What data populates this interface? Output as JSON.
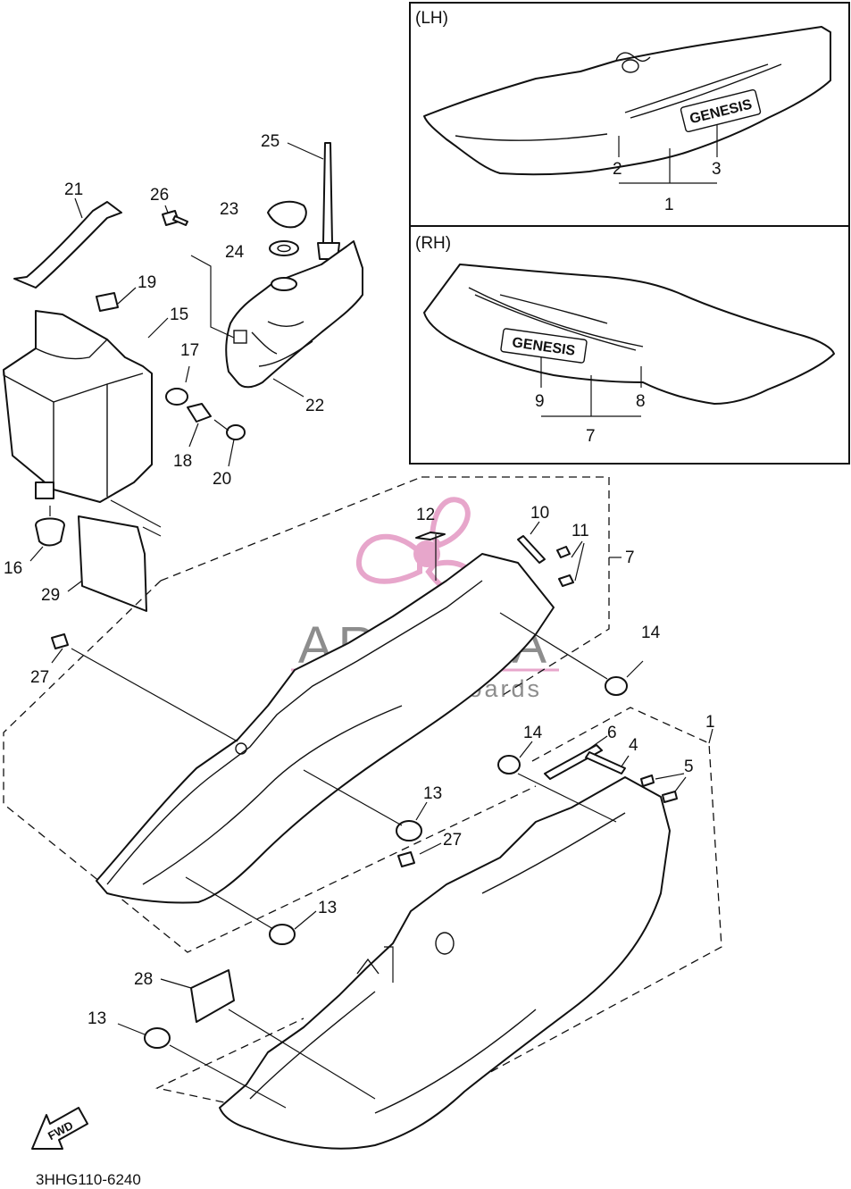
{
  "diagram": {
    "insets": [
      {
        "id": "lh",
        "label": "(LH)",
        "badge": "GENESIS"
      },
      {
        "id": "rh",
        "label": "(RH)",
        "badge": "GENESIS"
      }
    ],
    "callouts": {
      "c1a": "1",
      "c2": "2",
      "c3": "3",
      "c9": "9",
      "c8": "8",
      "c7a": "7",
      "c25": "25",
      "c21": "21",
      "c26": "26",
      "c23": "23",
      "c24": "24",
      "c19": "19",
      "c15": "15",
      "c17": "17",
      "c22": "22",
      "c18": "18",
      "c20": "20",
      "c16": "16",
      "c29": "29",
      "c12": "12",
      "c10": "10",
      "c11": "11",
      "c7b": "7",
      "c14a": "14",
      "c27a": "27",
      "c1b": "1",
      "c14b": "14",
      "c6": "6",
      "c4": "4",
      "c5": "5",
      "c13a": "13",
      "c27b": "27",
      "c13b": "13",
      "c28": "28",
      "c13c": "13"
    },
    "fwd_label": "FWD",
    "part_code": "3HHG110-6240"
  },
  "watermark": {
    "brand": "ARMADA",
    "tagline": "marine outboards",
    "colors": {
      "logo": "#e7a6cb",
      "text": "#8d8d8d"
    }
  }
}
